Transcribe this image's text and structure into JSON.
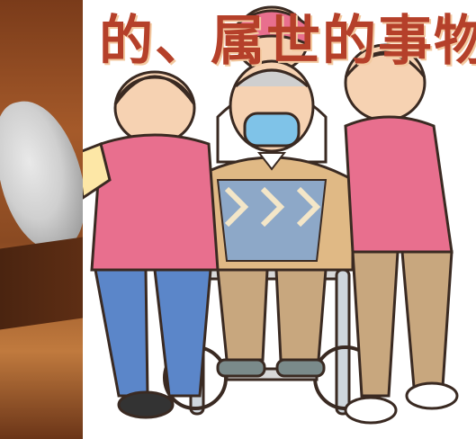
{
  "headline": {
    "text": "的、属世的事物"
  },
  "colors": {
    "headline": "#b5402a",
    "vest_pink": "#e86f8e",
    "shirt_yellow": "#fde7a6",
    "pants_blue": "#5b86c9",
    "pants_khaki": "#c8a77e",
    "sweater_tan": "#e0b985",
    "argyle_blue": "#8da8c8",
    "mask_blue": "#7fc3e8"
  },
  "scene": {
    "figures": [
      "caregiver-left",
      "elder-in-wheelchair",
      "caregiver-behind",
      "caregiver-right"
    ]
  }
}
